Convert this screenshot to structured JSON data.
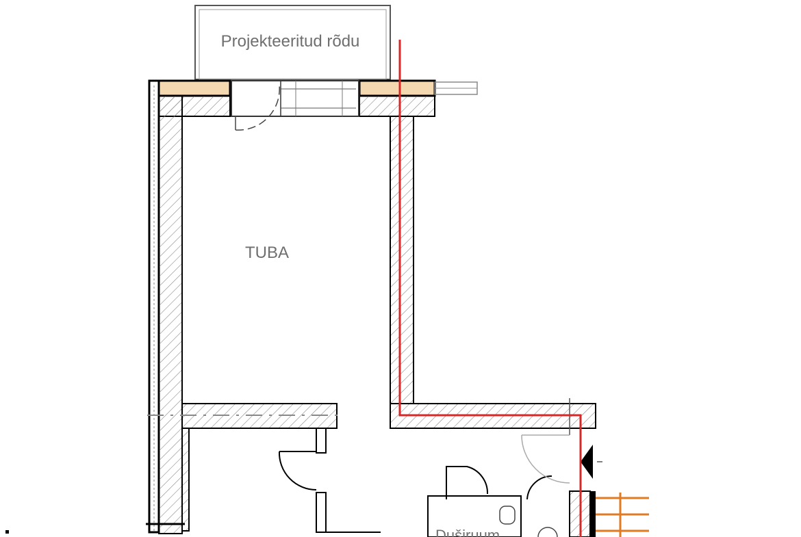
{
  "labels": {
    "balcony": "Projekteeritud rõdu",
    "room": "TUBA",
    "partial": "Duširuum"
  },
  "colors": {
    "wall": "#000000",
    "hatch": "#8a8a8a",
    "insulation": "#f4d9b0",
    "route_line": "#d62828",
    "stairs": "#e07b24",
    "label": "#6f6f6f"
  },
  "icons": {
    "section_marker": "arrow-marker-icon",
    "door": "door-swing-icon"
  }
}
